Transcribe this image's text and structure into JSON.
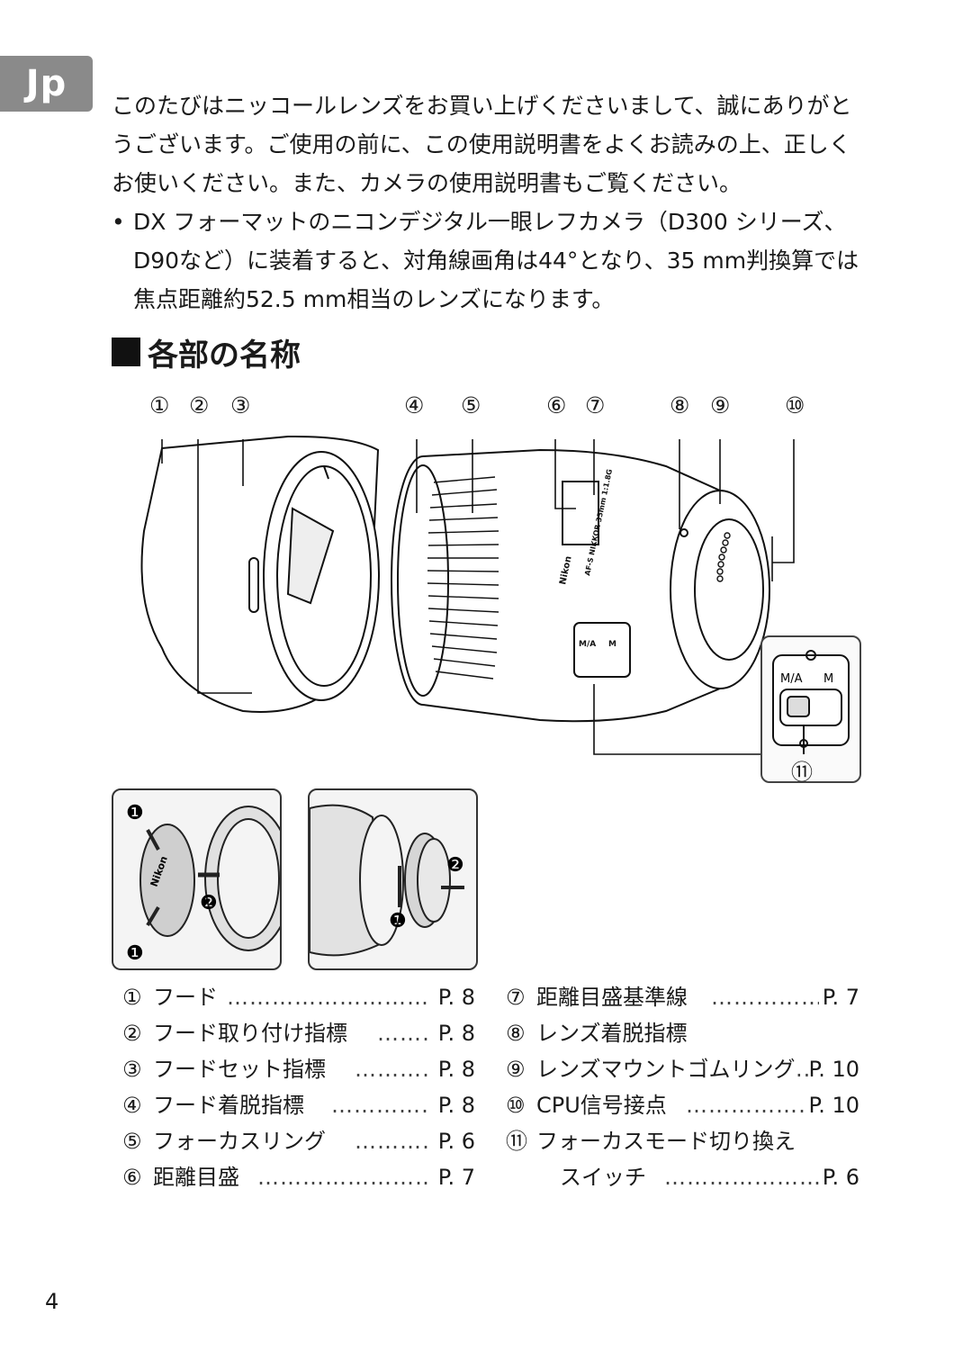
{
  "lang_tab": "Jp",
  "intro": "このたびはニッコールレンズをお買い上げくださいまして、誠にありがとうございます。ご使用の前に、この使用説明書をよくお読みの上、正しくお使いください。また、カメラの使用説明書もご覧ください。",
  "bullet": {
    "mark": "•",
    "text": "DX フォーマットのニコンデジタル一眼レフカメラ（D300 シリーズ、D90など）に装着すると、対角線画角は44°となり、35 mm判換算では焦点距離約52.5 mm相当のレンズになります。"
  },
  "section_title": "各部の名称",
  "callouts": [
    "①",
    "②",
    "③",
    "④",
    "⑤",
    "⑥",
    "⑦",
    "⑧",
    "⑨",
    "⑩",
    "⑪"
  ],
  "lens_markings": {
    "brand": "Nikon",
    "model_line": "AF-S NIKKOR 35mm 1:1.8G",
    "switch_ma": "M/A",
    "switch_m": "M"
  },
  "photo_steps": {
    "step1": "❶",
    "step2": "❷"
  },
  "legend_left": [
    {
      "num": "①",
      "label": "フード",
      "page": "P. 8"
    },
    {
      "num": "②",
      "label": "フード取り付け指標",
      "page": "P. 8"
    },
    {
      "num": "③",
      "label": "フードセット指標",
      "page": "P. 8"
    },
    {
      "num": "④",
      "label": "フード着脱指標",
      "page": "P. 8"
    },
    {
      "num": "⑤",
      "label": "フォーカスリング",
      "page": "P. 6"
    },
    {
      "num": "⑥",
      "label": "距離目盛",
      "page": "P. 7"
    }
  ],
  "legend_right": [
    {
      "num": "⑦",
      "label": "距離目盛基準線",
      "page": "P. 7"
    },
    {
      "num": "⑧",
      "label": "レンズ着脱指標",
      "page": ""
    },
    {
      "num": "⑨",
      "label": "レンズマウントゴムリング",
      "page": "P. 10"
    },
    {
      "num": "⑩",
      "label": "CPU信号接点",
      "page": "P. 10"
    },
    {
      "num": "⑪",
      "label": "フォーカスモード切り換え",
      "page": ""
    },
    {
      "num": "",
      "label": "スイッチ",
      "page": "P. 6"
    }
  ],
  "page_number": "4"
}
